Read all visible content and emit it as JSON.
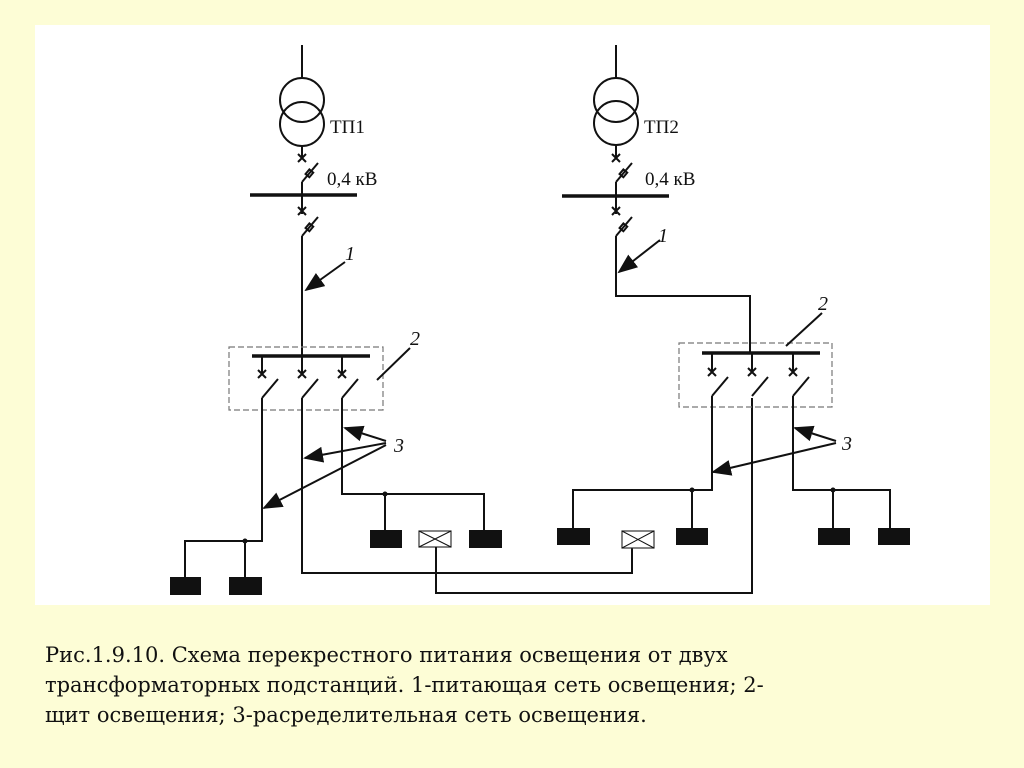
{
  "diagram": {
    "tp1_label": "ТП1",
    "tp2_label": "ТП2",
    "voltage_label_1": "0,4 кВ",
    "voltage_label_2": "0,4 кВ",
    "callout_1_left": "1",
    "callout_1_right": "1",
    "callout_2_left": "2",
    "callout_2_right": "2",
    "callout_3_left": "3",
    "callout_3_right": "3"
  },
  "caption": {
    "lines": [
      "Рис.1.9.10. Схема перекрестного питания освещения от двух",
      "трансформаторных подстанций. 1-питающая сеть освещения; 2-",
      "щит освещения; 3-расределительная сеть освещения."
    ]
  }
}
